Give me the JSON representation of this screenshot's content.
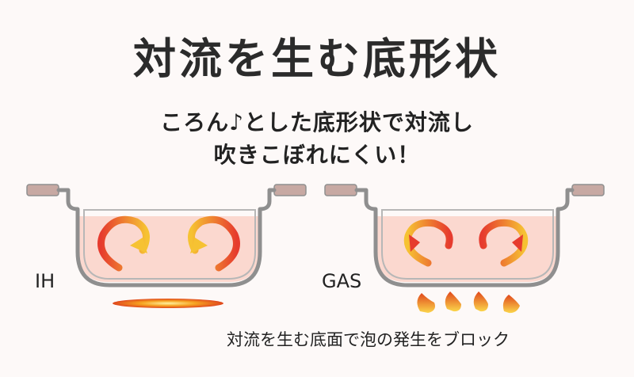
{
  "title": "対流を生む底形状",
  "subtitle": {
    "line1": "ころん♪とした底形状で対流し",
    "line2": "吹きこぼれにくい！"
  },
  "pots": [
    {
      "label": "IH"
    },
    {
      "label": "GAS"
    }
  ],
  "caption": "対流を生む底面で泡の発生をブロック",
  "colors": {
    "pot_outline": "#8f8f8f",
    "water": "#fbd8cf",
    "handle": "#c7a9a3",
    "arrow_red": "#e63b2e",
    "arrow_yellow": "#f6c233",
    "heat_orange": "#f07a1c"
  }
}
